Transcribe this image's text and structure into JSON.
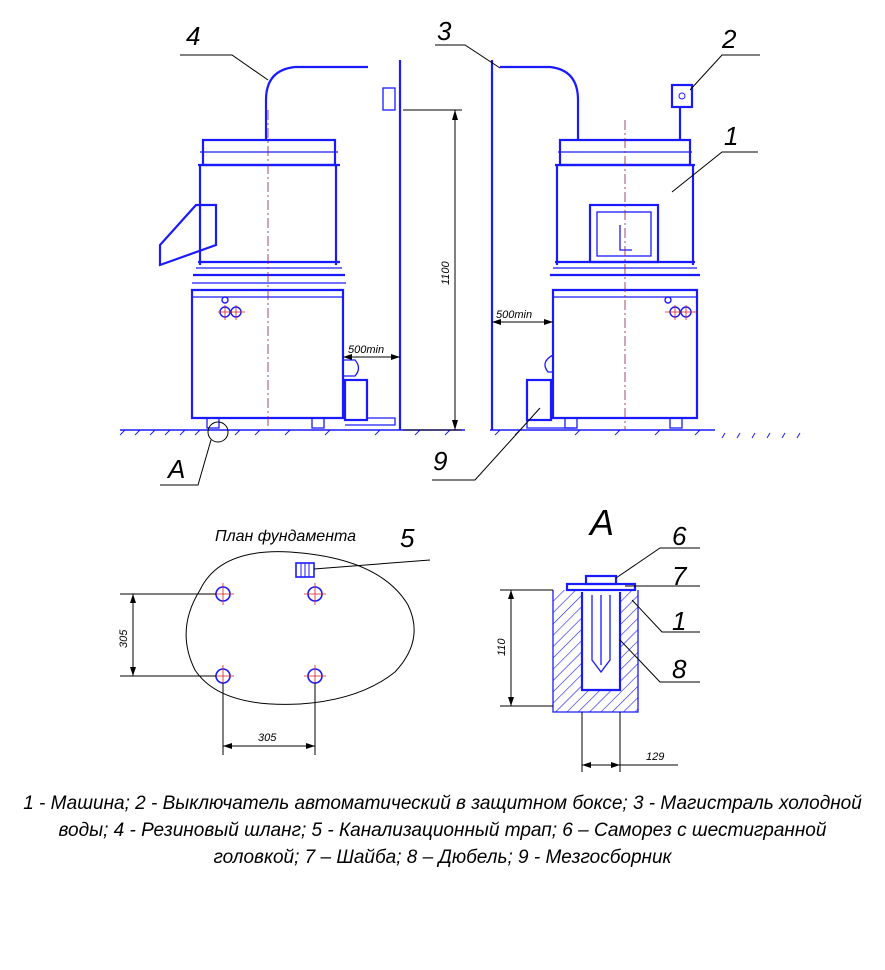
{
  "labels": {
    "n1": "1",
    "n2": "2",
    "n3": "3",
    "n4": "4",
    "n5": "5",
    "n6": "6",
    "n7": "7",
    "n8": "8",
    "n9": "9",
    "n1_detail": "1",
    "A_left": "A",
    "A_detail": "A"
  },
  "dimensions": {
    "height": "1100",
    "clearance_left": "500min",
    "clearance_right": "500min",
    "plan_vertical": "305",
    "plan_horizontal": "305",
    "detail_depth": "110",
    "detail_width": "129"
  },
  "plan_title": "План фундамента",
  "caption": "1 - Машина; 2 - Выключатель автоматический в защитном боксе; 3 - Магистраль холодной воды; 4 - Резиновый шланг; 5 - Канализационный трап; 6 – Саморез с шестигранной головкой; 7 – Шайба; 8 – Дюбель; 9 - Мезгосборник",
  "colors": {
    "machine_lines": "#1a1aff",
    "center_lines": "#8a2040",
    "leaders": "#000000"
  }
}
